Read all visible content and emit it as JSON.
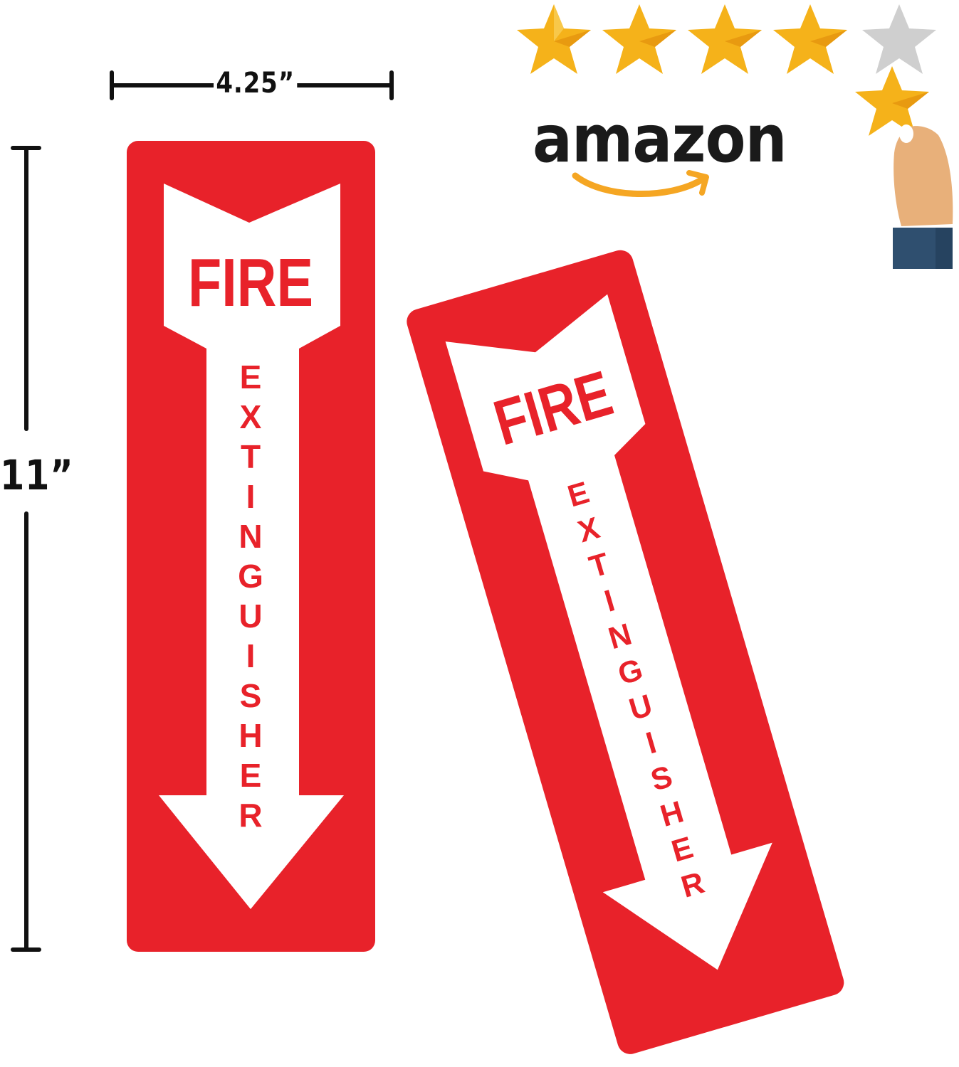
{
  "dimensions": {
    "width_label": "4.25”",
    "height_label": "11”"
  },
  "sign": {
    "line1": "FIRE",
    "line2_letters": [
      "E",
      "X",
      "T",
      "I",
      "N",
      "G",
      "U",
      "I",
      "S",
      "H",
      "E",
      "R"
    ],
    "line2": "EXTINGUISHER",
    "background_color": "#e8222a",
    "arrow_color": "#ffffff",
    "text_color": "#e8222a"
  },
  "rating": {
    "brand": "amazon",
    "stars_filled": 4,
    "stars_total": 5,
    "star_color": "#f5b21a",
    "empty_star_color": "#cfcfcf",
    "smile_color": "#f5a623",
    "sleeve_color": "#2f4f6f",
    "hand_color": "#e8b07a"
  }
}
